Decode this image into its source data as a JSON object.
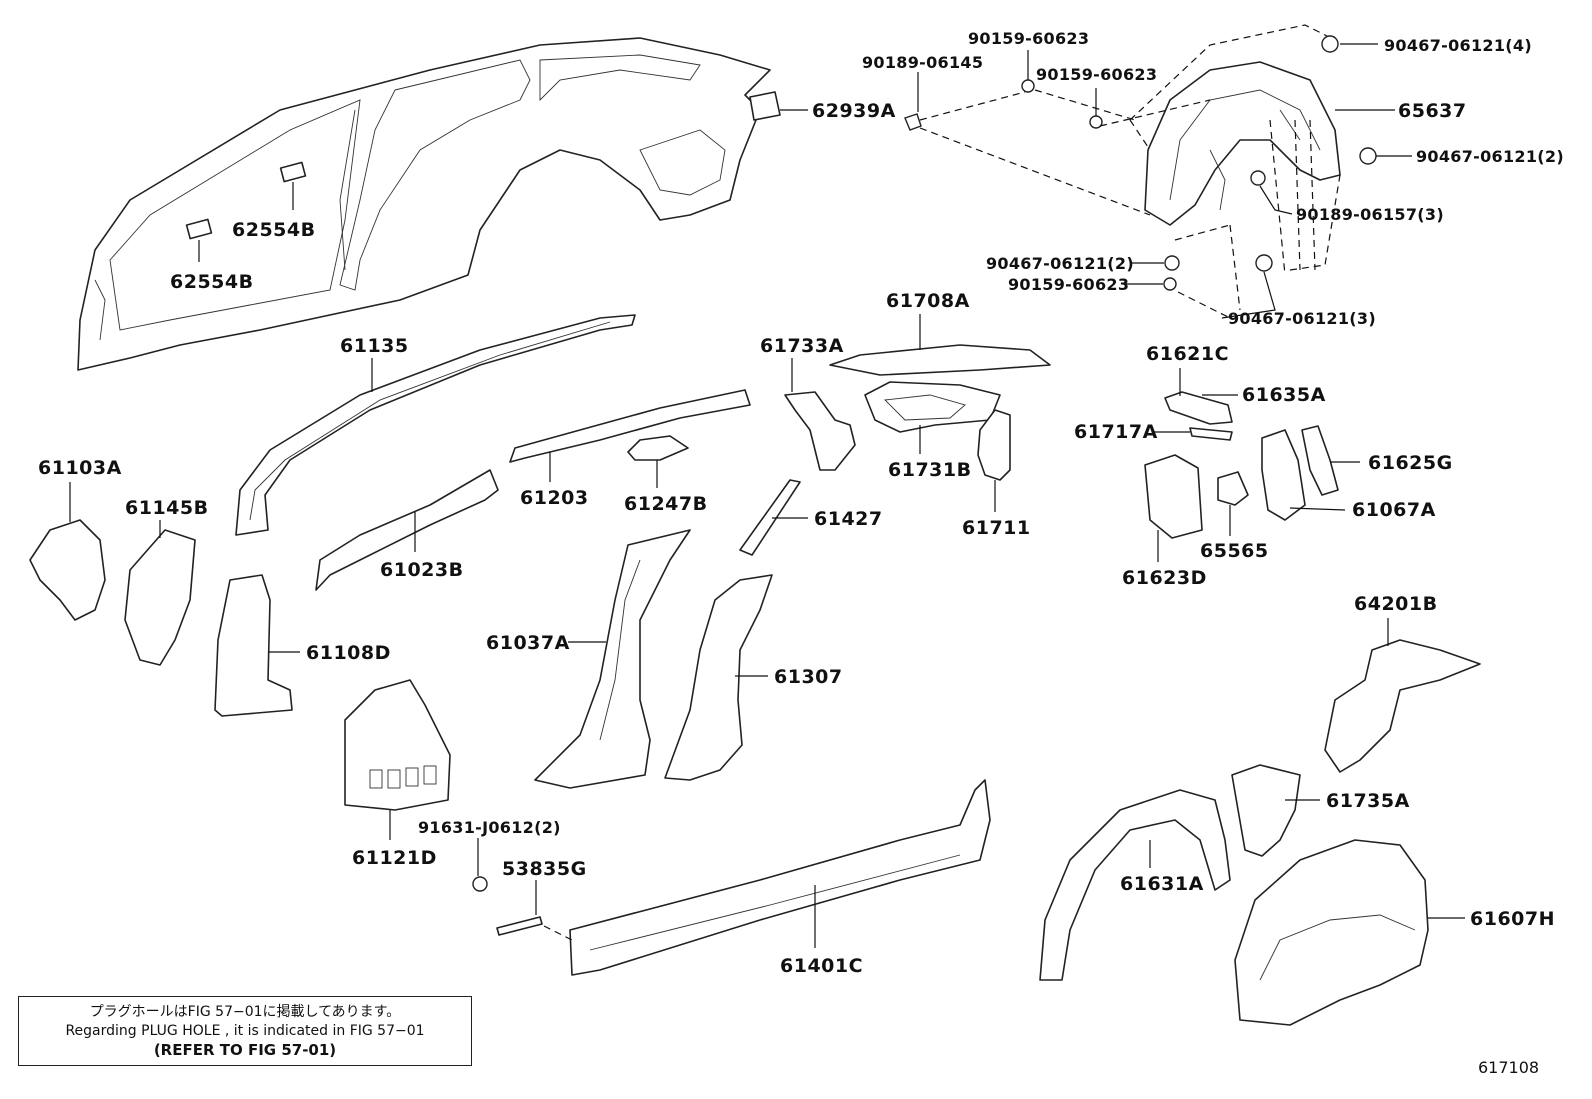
{
  "diagram": {
    "figure_id": "617108",
    "parts": [
      {
        "key": "p62939A",
        "label": "62939A"
      },
      {
        "key": "p62554B_1",
        "label": "62554B"
      },
      {
        "key": "p62554B_2",
        "label": "62554B"
      },
      {
        "key": "p90159_a",
        "label": "90159-60623"
      },
      {
        "key": "p90189_a",
        "label": "90189-06145"
      },
      {
        "key": "p90159_b",
        "label": "90159-60623"
      },
      {
        "key": "p90467_4",
        "label": "90467-06121(4)"
      },
      {
        "key": "p65637",
        "label": "65637"
      },
      {
        "key": "p90467_2a",
        "label": "90467-06121(2)"
      },
      {
        "key": "p90189_3",
        "label": "90189-06157(3)"
      },
      {
        "key": "p90467_2b",
        "label": "90467-06121(2)"
      },
      {
        "key": "p90159_c",
        "label": "90159-60623"
      },
      {
        "key": "p90467_3",
        "label": "90467-06121(3)"
      },
      {
        "key": "p61135",
        "label": "61135"
      },
      {
        "key": "p61708A",
        "label": "61708A"
      },
      {
        "key": "p61733A",
        "label": "61733A"
      },
      {
        "key": "p61621C",
        "label": "61621C"
      },
      {
        "key": "p61635A",
        "label": "61635A"
      },
      {
        "key": "p61717A",
        "label": "61717A"
      },
      {
        "key": "p61625G",
        "label": "61625G"
      },
      {
        "key": "p61103A",
        "label": "61103A"
      },
      {
        "key": "p61145B",
        "label": "61145B"
      },
      {
        "key": "p61203",
        "label": "61203"
      },
      {
        "key": "p61247B",
        "label": "61247B"
      },
      {
        "key": "p61731B",
        "label": "61731B"
      },
      {
        "key": "p61711",
        "label": "61711"
      },
      {
        "key": "p61427",
        "label": "61427"
      },
      {
        "key": "p61067A",
        "label": "61067A"
      },
      {
        "key": "p65565",
        "label": "65565"
      },
      {
        "key": "p61023B",
        "label": "61023B"
      },
      {
        "key": "p61623D",
        "label": "61623D"
      },
      {
        "key": "p61108D",
        "label": "61108D"
      },
      {
        "key": "p61037A",
        "label": "61037A"
      },
      {
        "key": "p61307",
        "label": "61307"
      },
      {
        "key": "p64201B",
        "label": "64201B"
      },
      {
        "key": "p61735A",
        "label": "61735A"
      },
      {
        "key": "p61121D",
        "label": "61121D"
      },
      {
        "key": "p91631",
        "label": "91631-J0612(2)"
      },
      {
        "key": "p53835G",
        "label": "53835G"
      },
      {
        "key": "p61631A",
        "label": "61631A"
      },
      {
        "key": "p61607H",
        "label": "61607H"
      },
      {
        "key": "p61401C",
        "label": "61401C"
      }
    ]
  },
  "note": {
    "line1": "プラグホールはFIG 57−01に掲載してあります。",
    "line2": "Regarding  PLUG  HOLE , it is indicated in FIG  57−01",
    "line3": "(REFER TO FIG 57-01)"
  }
}
